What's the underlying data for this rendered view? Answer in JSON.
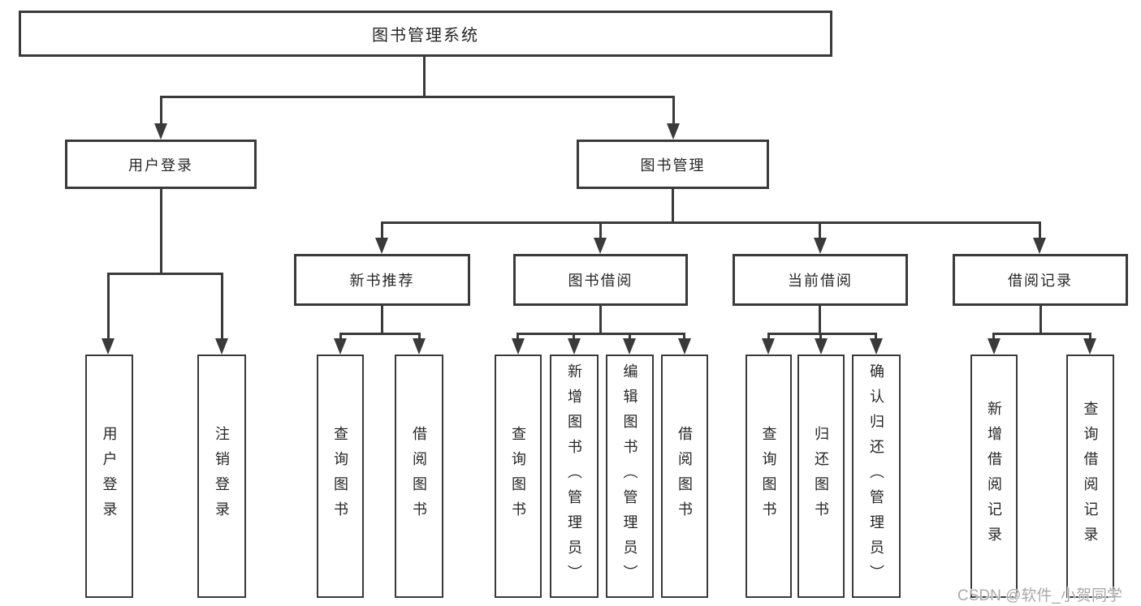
{
  "diagram": {
    "title": "图书管理系统",
    "colors": {
      "line": "#3a3a3a",
      "text": "#262626",
      "box_background": "#ffffff",
      "watermark": "#a9a9a9"
    },
    "level2": {
      "user_login": "用户登录",
      "book_mgmt": "图书管理"
    },
    "level3": {
      "new_book_rec": "新书推荐",
      "book_borrow": "图书借阅",
      "current_borrow": "当前借阅",
      "borrow_record": "借阅记录"
    },
    "leaves": {
      "user_login": "用户登录",
      "logout": "注销登录",
      "query_book_1": "查询图书",
      "borrow_book_1": "借阅图书",
      "query_book_2": "查询图书",
      "add_book_admin": "新增图书（管理员）",
      "edit_book_admin": "编辑图书（管理员）",
      "borrow_book_2": "借阅图书",
      "query_book_3": "查询图书",
      "return_book": "归还图书",
      "confirm_return_admin": "确认归还（管理员）",
      "add_borrow_record": "新增借阅记录",
      "query_borrow_record": "查询借阅记录"
    },
    "watermark": "CSDN @软件_小贺同学"
  }
}
